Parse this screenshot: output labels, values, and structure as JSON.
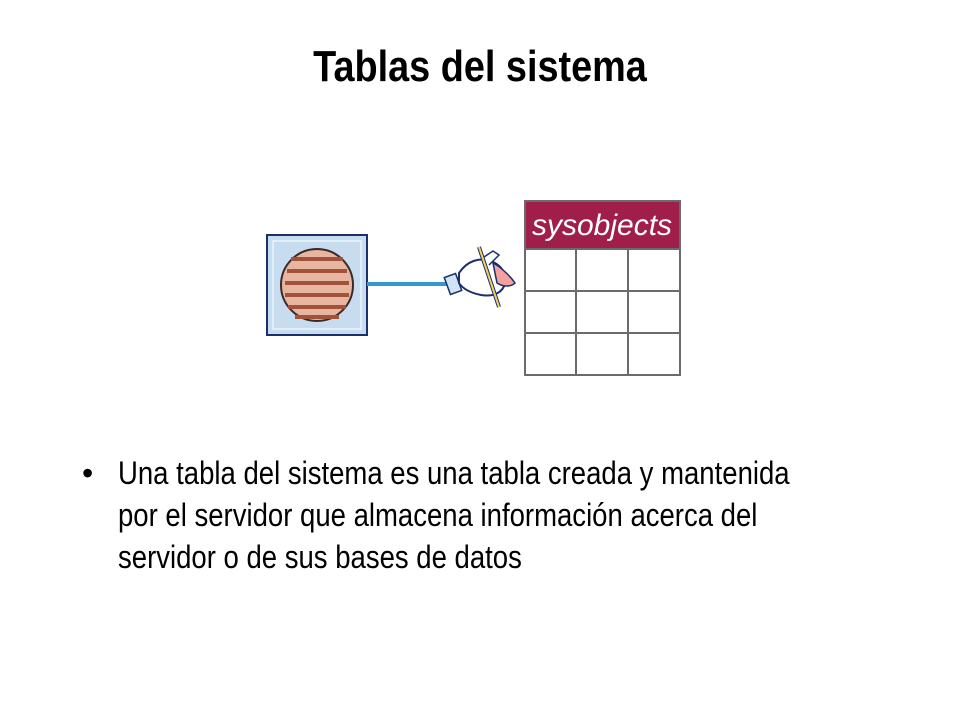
{
  "slide": {
    "title": "Tablas del sistema",
    "bullets": [
      "Una tabla del sistema es una tabla creada y mantenida por el servidor que almacena información acerca del servidor o de sus bases de datos"
    ]
  },
  "diagram": {
    "table_label": "sysobjects",
    "colors": {
      "server_bg": "#c8dcf0",
      "server_disk": "#e8b6a0",
      "connector": "#3399cc",
      "table_header": "#a01e4a"
    }
  }
}
